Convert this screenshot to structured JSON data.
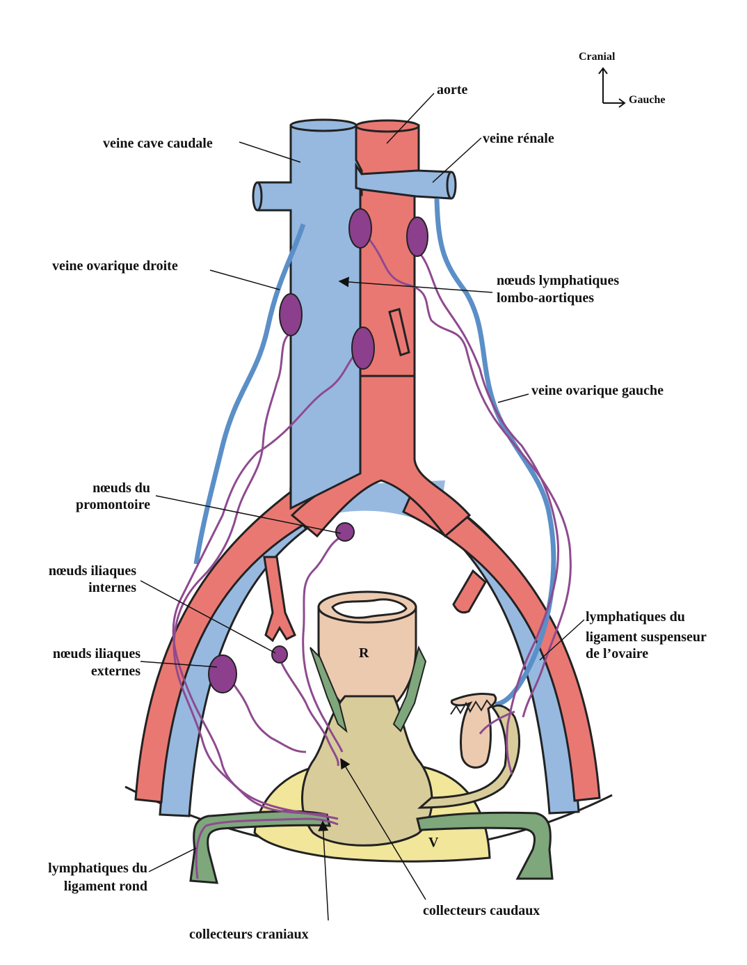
{
  "orientation": {
    "cranial": "Cranial",
    "gauche": "Gauche"
  },
  "labels": {
    "aorte": "aorte",
    "veine_cave_caudale": "veine cave caudale",
    "veine_renale": "veine rénale",
    "veine_ovarique_droite": "veine ovarique droite",
    "noeuds_lombo_aortiques": [
      "nœuds lymphatiques",
      "lombo-aortiques"
    ],
    "veine_ovarique_gauche": "veine ovarique gauche",
    "noeuds_promontoire": [
      "nœuds du",
      "promontoire"
    ],
    "noeuds_iliaques_internes": [
      "nœuds iliaques",
      "internes"
    ],
    "noeuds_iliaques_externes": [
      "nœuds iliaques",
      "externes"
    ],
    "lymphatiques_ligament_suspenseur": [
      "lymphatiques du",
      "ligament suspenseur",
      "de l’ovaire"
    ],
    "lymphatiques_ligament_rond": [
      "lymphatiques du",
      "ligament rond"
    ],
    "collecteurs_caudaux": "collecteurs caudaux",
    "collecteurs_craniaux": "collecteurs craniaux",
    "organ_R": "R",
    "organ_V": "V"
  },
  "colors": {
    "vein": "#97b9e0",
    "artery": "#e97873",
    "ovarian_vein": "#5b8fc7",
    "lymph": "#8e4a8f",
    "node": "#8c3f8c",
    "rectum": "#eccab0",
    "uterus": "#d8cc9a",
    "vagina": "#f1e69a",
    "ligament": "#7ea77c",
    "ovary": "#eccab0"
  }
}
